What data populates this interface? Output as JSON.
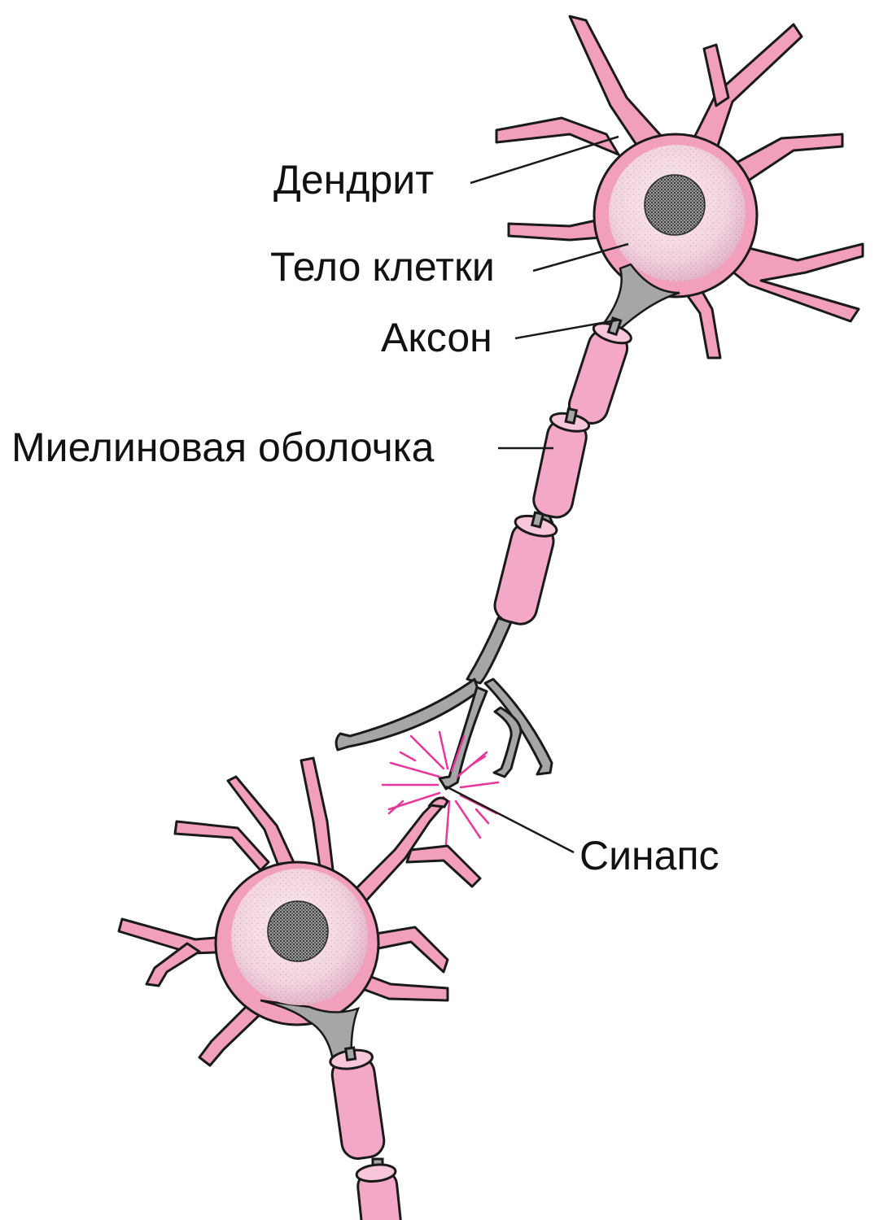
{
  "labels": {
    "dendrite": "Дендрит",
    "cell_body": "Тело клетки",
    "axon": "Аксон",
    "myelin_sheath": "Миелиновая оболочка",
    "synapse": "Синапс"
  },
  "colors": {
    "membrane": "#f29fbe",
    "membrane_outline": "#1a1a1a",
    "cell_body": "#f6dbe6",
    "nucleus": "#5a5a5a",
    "axon": "#a6a6a6",
    "myelin": "#f2a8c6",
    "synapse_spark": "#e8369b",
    "text": "#111111"
  }
}
